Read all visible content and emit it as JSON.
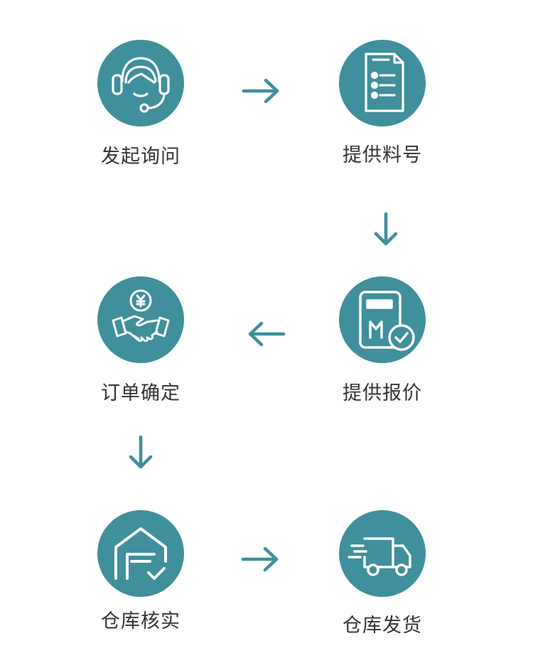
{
  "colors": {
    "accent": "#3f8f9c",
    "text": "#333333"
  },
  "steps": [
    {
      "label": "发起询问",
      "icon": "customer-service-headset-icon"
    },
    {
      "label": "提供料号",
      "icon": "document-list-icon"
    },
    {
      "label": "提供报价",
      "icon": "quote-card-check-icon"
    },
    {
      "label": "订单确定",
      "icon": "handshake-yuan-icon"
    },
    {
      "label": "仓库核实",
      "icon": "warehouse-check-icon"
    },
    {
      "label": "仓库发货",
      "icon": "delivery-truck-icon"
    }
  ]
}
